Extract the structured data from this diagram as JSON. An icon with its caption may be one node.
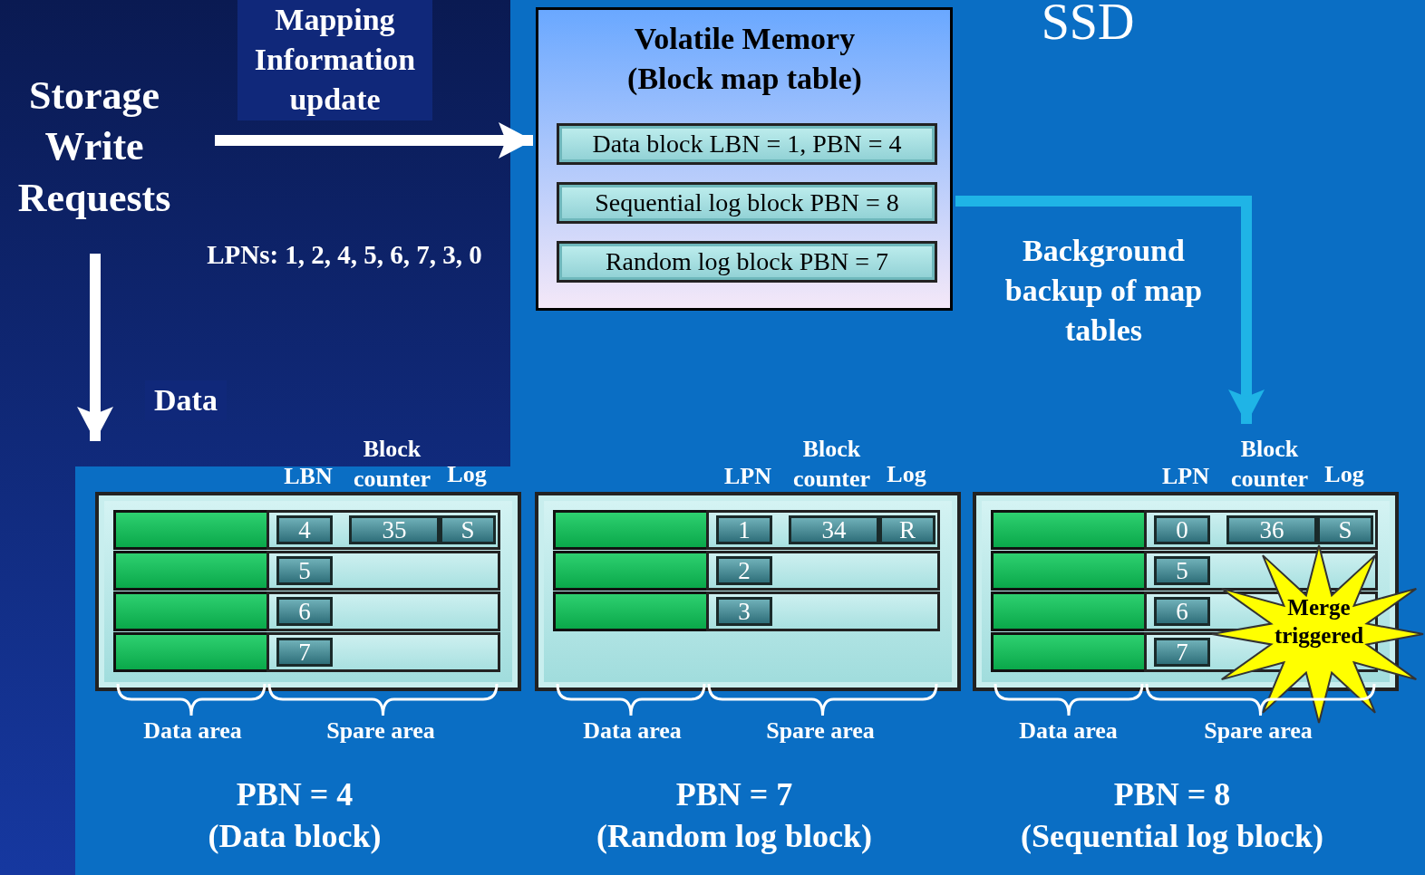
{
  "diagram": {
    "nodes": [
      {
        "text": [
          "Storage Write Requests"
        ]
      },
      {
        "text": [
          "Volatile Memory (Block map table)"
        ]
      },
      {
        "text": [
          "Data block LBN = 1, PBN = 4"
        ],
        "in": 1
      },
      {
        "text": [
          "Sequential log block PBN = 8"
        ],
        "in": 1
      },
      {
        "text": [
          "Random log block PBN = 7"
        ],
        "in": 1
      },
      {
        "text": [],
        "shape": "box",
        "beside": [
          "PBN = 4",
          "(Data block)"
        ]
      },
      {
        "text": [
          "4"
        ],
        "in": 5
      },
      {
        "text": [
          "35"
        ],
        "in": 5
      },
      {
        "text": [
          "S"
        ],
        "in": 5
      },
      {
        "text": [
          "5"
        ],
        "in": 5
      },
      {
        "text": [
          "6"
        ],
        "in": 5
      },
      {
        "text": [
          "7"
        ],
        "in": 5
      },
      {
        "text": [],
        "shape": "box",
        "beside": [
          "PBN = 7",
          "(Random log block)"
        ]
      },
      {
        "text": [
          "1"
        ],
        "in": 12
      },
      {
        "text": [
          "34"
        ],
        "in": 12
      },
      {
        "text": [
          "R"
        ],
        "in": 12
      },
      {
        "text": [
          "2"
        ],
        "in": 12
      },
      {
        "text": [
          "3"
        ],
        "in": 12
      },
      {
        "text": [],
        "shape": "box",
        "beside": [
          "PBN = 8",
          "(Sequential log block)"
        ]
      },
      {
        "text": [
          "0"
        ],
        "in": 18
      },
      {
        "text": [
          "36"
        ],
        "in": 18
      },
      {
        "text": [
          "S"
        ],
        "in": 18
      },
      {
        "text": [
          "5"
        ],
        "in": 18
      },
      {
        "text": [
          "6"
        ],
        "in": 18
      },
      {
        "text": [
          "7"
        ],
        "in": 18
      },
      {
        "text": [
          "Merge triggered"
        ]
      }
    ],
    "edges": [
      {
        "from": 0,
        "to": 1,
        "arrow": "to",
        "label": "Mapping Information update"
      },
      {
        "from": 0,
        "to": 5,
        "arrow": "to",
        "label": "Data"
      },
      {
        "from": 1,
        "to": 18,
        "arrow": "to",
        "label": "Background backup of map tables",
        "color": "#1fb4e6"
      }
    ],
    "labels": [
      "SSD",
      "LPNs: 1, 2, 4, 5, 6, 7, 3, 0",
      "LBN",
      "Block counter",
      "Log",
      "LPN",
      "Block counter",
      "Log",
      "LPN",
      "Block counter",
      "Log",
      "Data area",
      "Spare area",
      "Data area",
      "Spare area",
      "Data area",
      "Spare area"
    ]
  }
}
